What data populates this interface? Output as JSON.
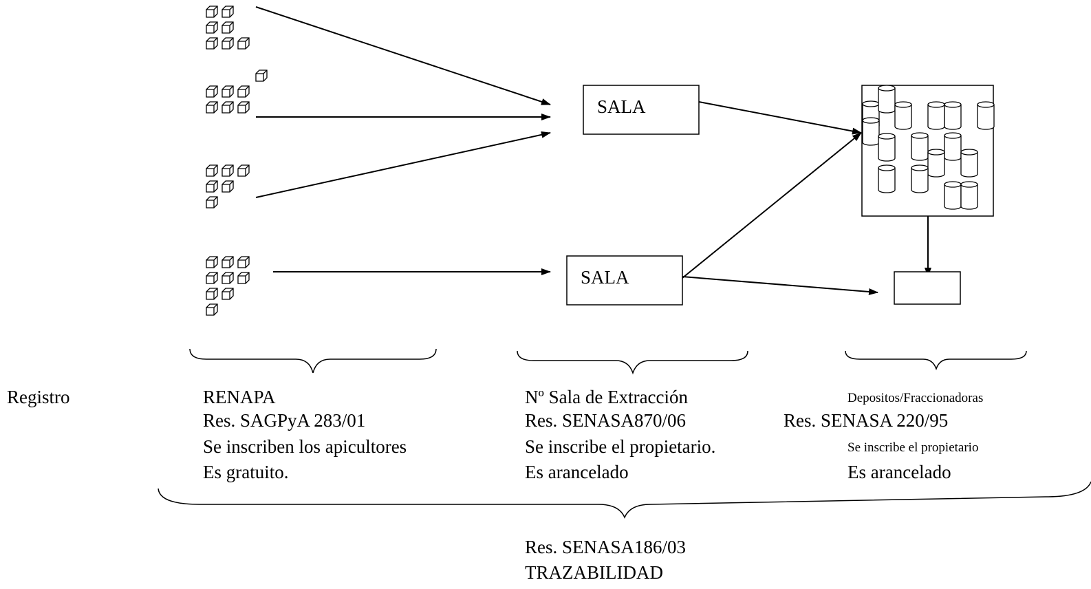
{
  "labels": {
    "sala_top": "SALA",
    "sala_bottom": "SALA",
    "registro": "Registro"
  },
  "columns": {
    "apicultores": {
      "line1": "RENAPA",
      "line2": "Res. SAGPyA 283/01",
      "line3": "Se inscriben los apicultores",
      "line4": "Es gratuito."
    },
    "sala": {
      "line1": "Nº Sala de Extracción",
      "line2": "Res. SENASA870/06",
      "line3": "Se inscribe el propietario.",
      "line4": "Es arancelado"
    },
    "depositos": {
      "line1": "Depositos/Fraccionadoras",
      "line2": "Res. SENASA 220/95",
      "line3": "Se inscribe el propietario",
      "line4": "Es arancelado"
    }
  },
  "footer": {
    "line1": "Res. SENASA186/03",
    "line2": "TRAZABILIDAD"
  },
  "icons": {
    "apiary": "stacked-cube-icon",
    "deposit": "cylinder-drum-icon"
  }
}
